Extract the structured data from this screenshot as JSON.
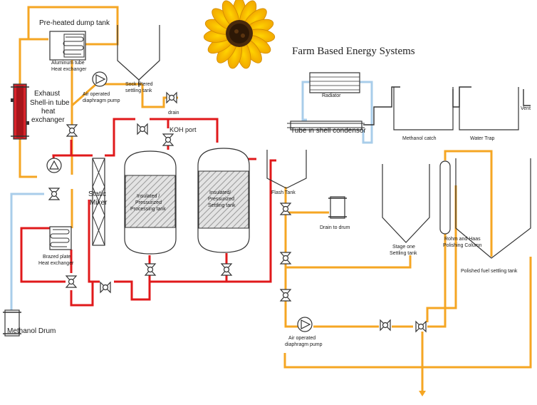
{
  "title": "Farm Based Energy Systems",
  "labels": {
    "dump_tank": "Pre-heated dump tank",
    "alu_hx_1": "Aluminum tube",
    "alu_hx_2": "Heat exchanger",
    "pump_top_1": "Air operated",
    "pump_top_2": "diaphragm pump",
    "sock_1": "Sock filtered",
    "sock_2": "settling tank",
    "drain": "drain",
    "exhaust_1": "Exhaust",
    "exhaust_2": "Shell-in tube",
    "exhaust_3": "heat",
    "exhaust_4": "exchanger",
    "koh": "KOH port",
    "static_1": "Static",
    "static_2": "Mixer",
    "proc_1": "Insulated /",
    "proc_2": "Pressurized",
    "proc_3": "Processing tank",
    "settle_1": "Insulated/",
    "settle_2": "Pressurized",
    "settle_3": "Settling tank",
    "brazed_1": "Brazed plate",
    "brazed_2": "Heat exchanger",
    "methanol_drum": "Methanol Drum",
    "radiator": "Radiator",
    "condenser": "Tube in shell condensor",
    "methanol_catch": "Methanol catch",
    "water_trap": "Water Trap",
    "vent": "Vent",
    "flash_tank": "Flash Tank",
    "drain_drum": "Drain to drum",
    "stage1_1": "Stage one",
    "stage1_2": "Settling tank",
    "rohm_1": "Rohm and Haas",
    "rohm_2": "Polishing Column",
    "polished": "Polished fuel settling tank",
    "pump_bot_1": "Air operated",
    "pump_bot_2": "diaphragm pump"
  },
  "colors": {
    "hot_line": "#e0191b",
    "fuel_line": "#f5a623",
    "cool_line": "#a9cdea",
    "stroke": "#333333",
    "hatch": "#9a9a9a"
  },
  "decor": {
    "sunflower": "sunflower-icon"
  }
}
